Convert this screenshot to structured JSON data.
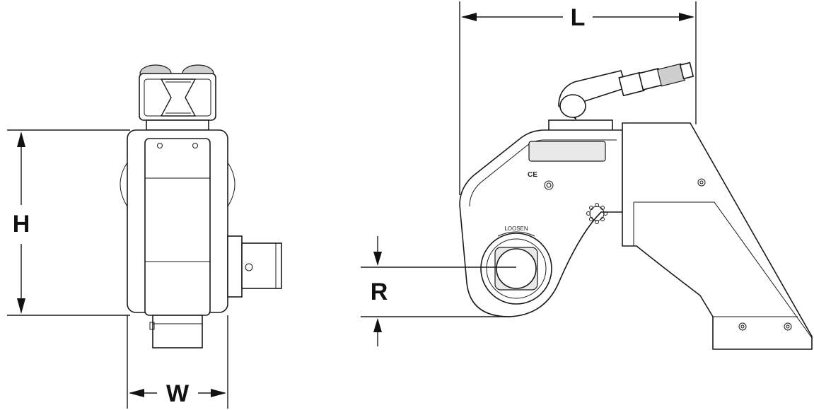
{
  "diagram": {
    "dimension_labels": {
      "height": "H",
      "width": "W",
      "length": "L",
      "radius": "R"
    },
    "marking_labels": {
      "loosen": "LOOSEN",
      "ce_mark": "CE"
    }
  }
}
